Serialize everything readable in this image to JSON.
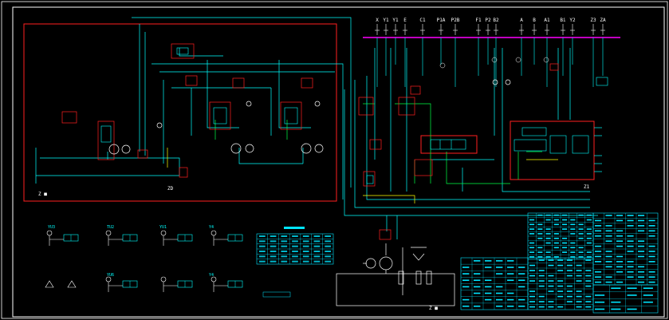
{
  "colors": {
    "background": "#000000",
    "frame": "#ffffff",
    "red_frame": "#ff2020",
    "pipe_cyan": "#00ffff",
    "pipe_green": "#00ff44",
    "pipe_yellow": "#ffff00",
    "bus_magenta": "#ff00ff",
    "table_cyan": "#00e5ff"
  },
  "bus_labels": [
    "X",
    "Y1",
    "Y1",
    "E",
    "C1",
    "P1A",
    "P2B",
    "F1",
    "P2",
    "B2",
    "A",
    "B",
    "A1",
    "Bi",
    "Y2",
    "Z3",
    "ZA"
  ],
  "left_box_labels": {
    "bottom_left": "Z ■",
    "bottom_right": "ZD"
  },
  "right_box_labels": {
    "corner": "Z1"
  },
  "pump_labels": {
    "bottom_left": "Z ■"
  },
  "legend_labels": [
    "YU3",
    "TU2",
    "YU1",
    "Y4",
    "YU6",
    "Y4"
  ],
  "table_small": {
    "title": "",
    "rows": 6,
    "cols": 7
  }
}
